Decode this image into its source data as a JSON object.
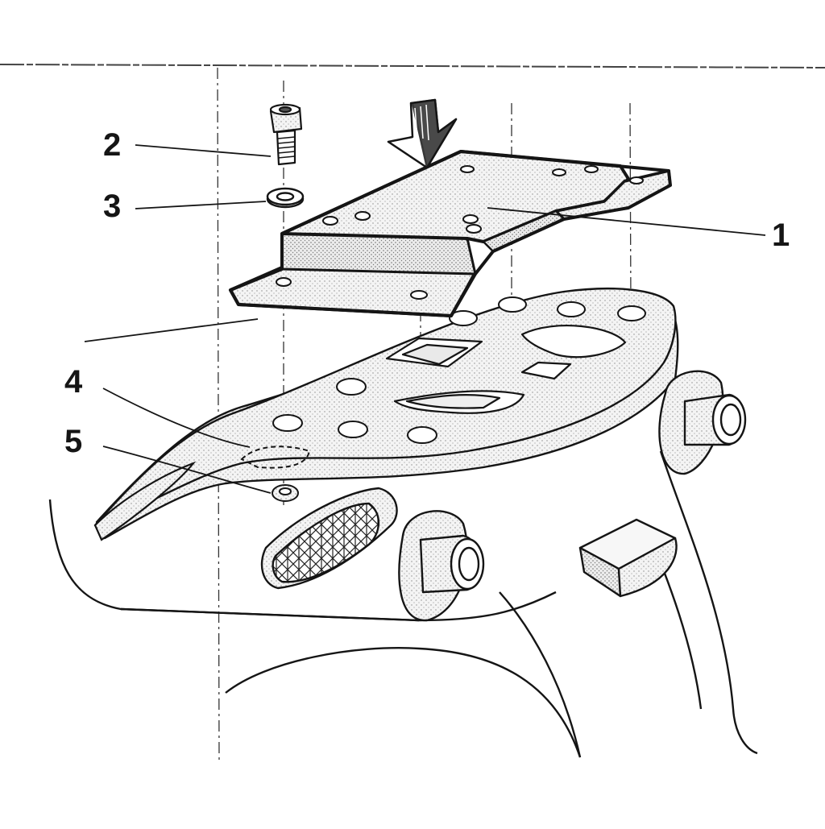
{
  "diagram": {
    "callouts": [
      {
        "id": "c1",
        "label": "1"
      },
      {
        "id": "c2",
        "label": "2"
      },
      {
        "id": "c3",
        "label": "3"
      },
      {
        "id": "c4",
        "label": "4"
      },
      {
        "id": "c5",
        "label": "5"
      }
    ],
    "colors": {
      "ink": "#151515",
      "paper": "#ffffff",
      "stipple": "#e6e6e6"
    }
  }
}
